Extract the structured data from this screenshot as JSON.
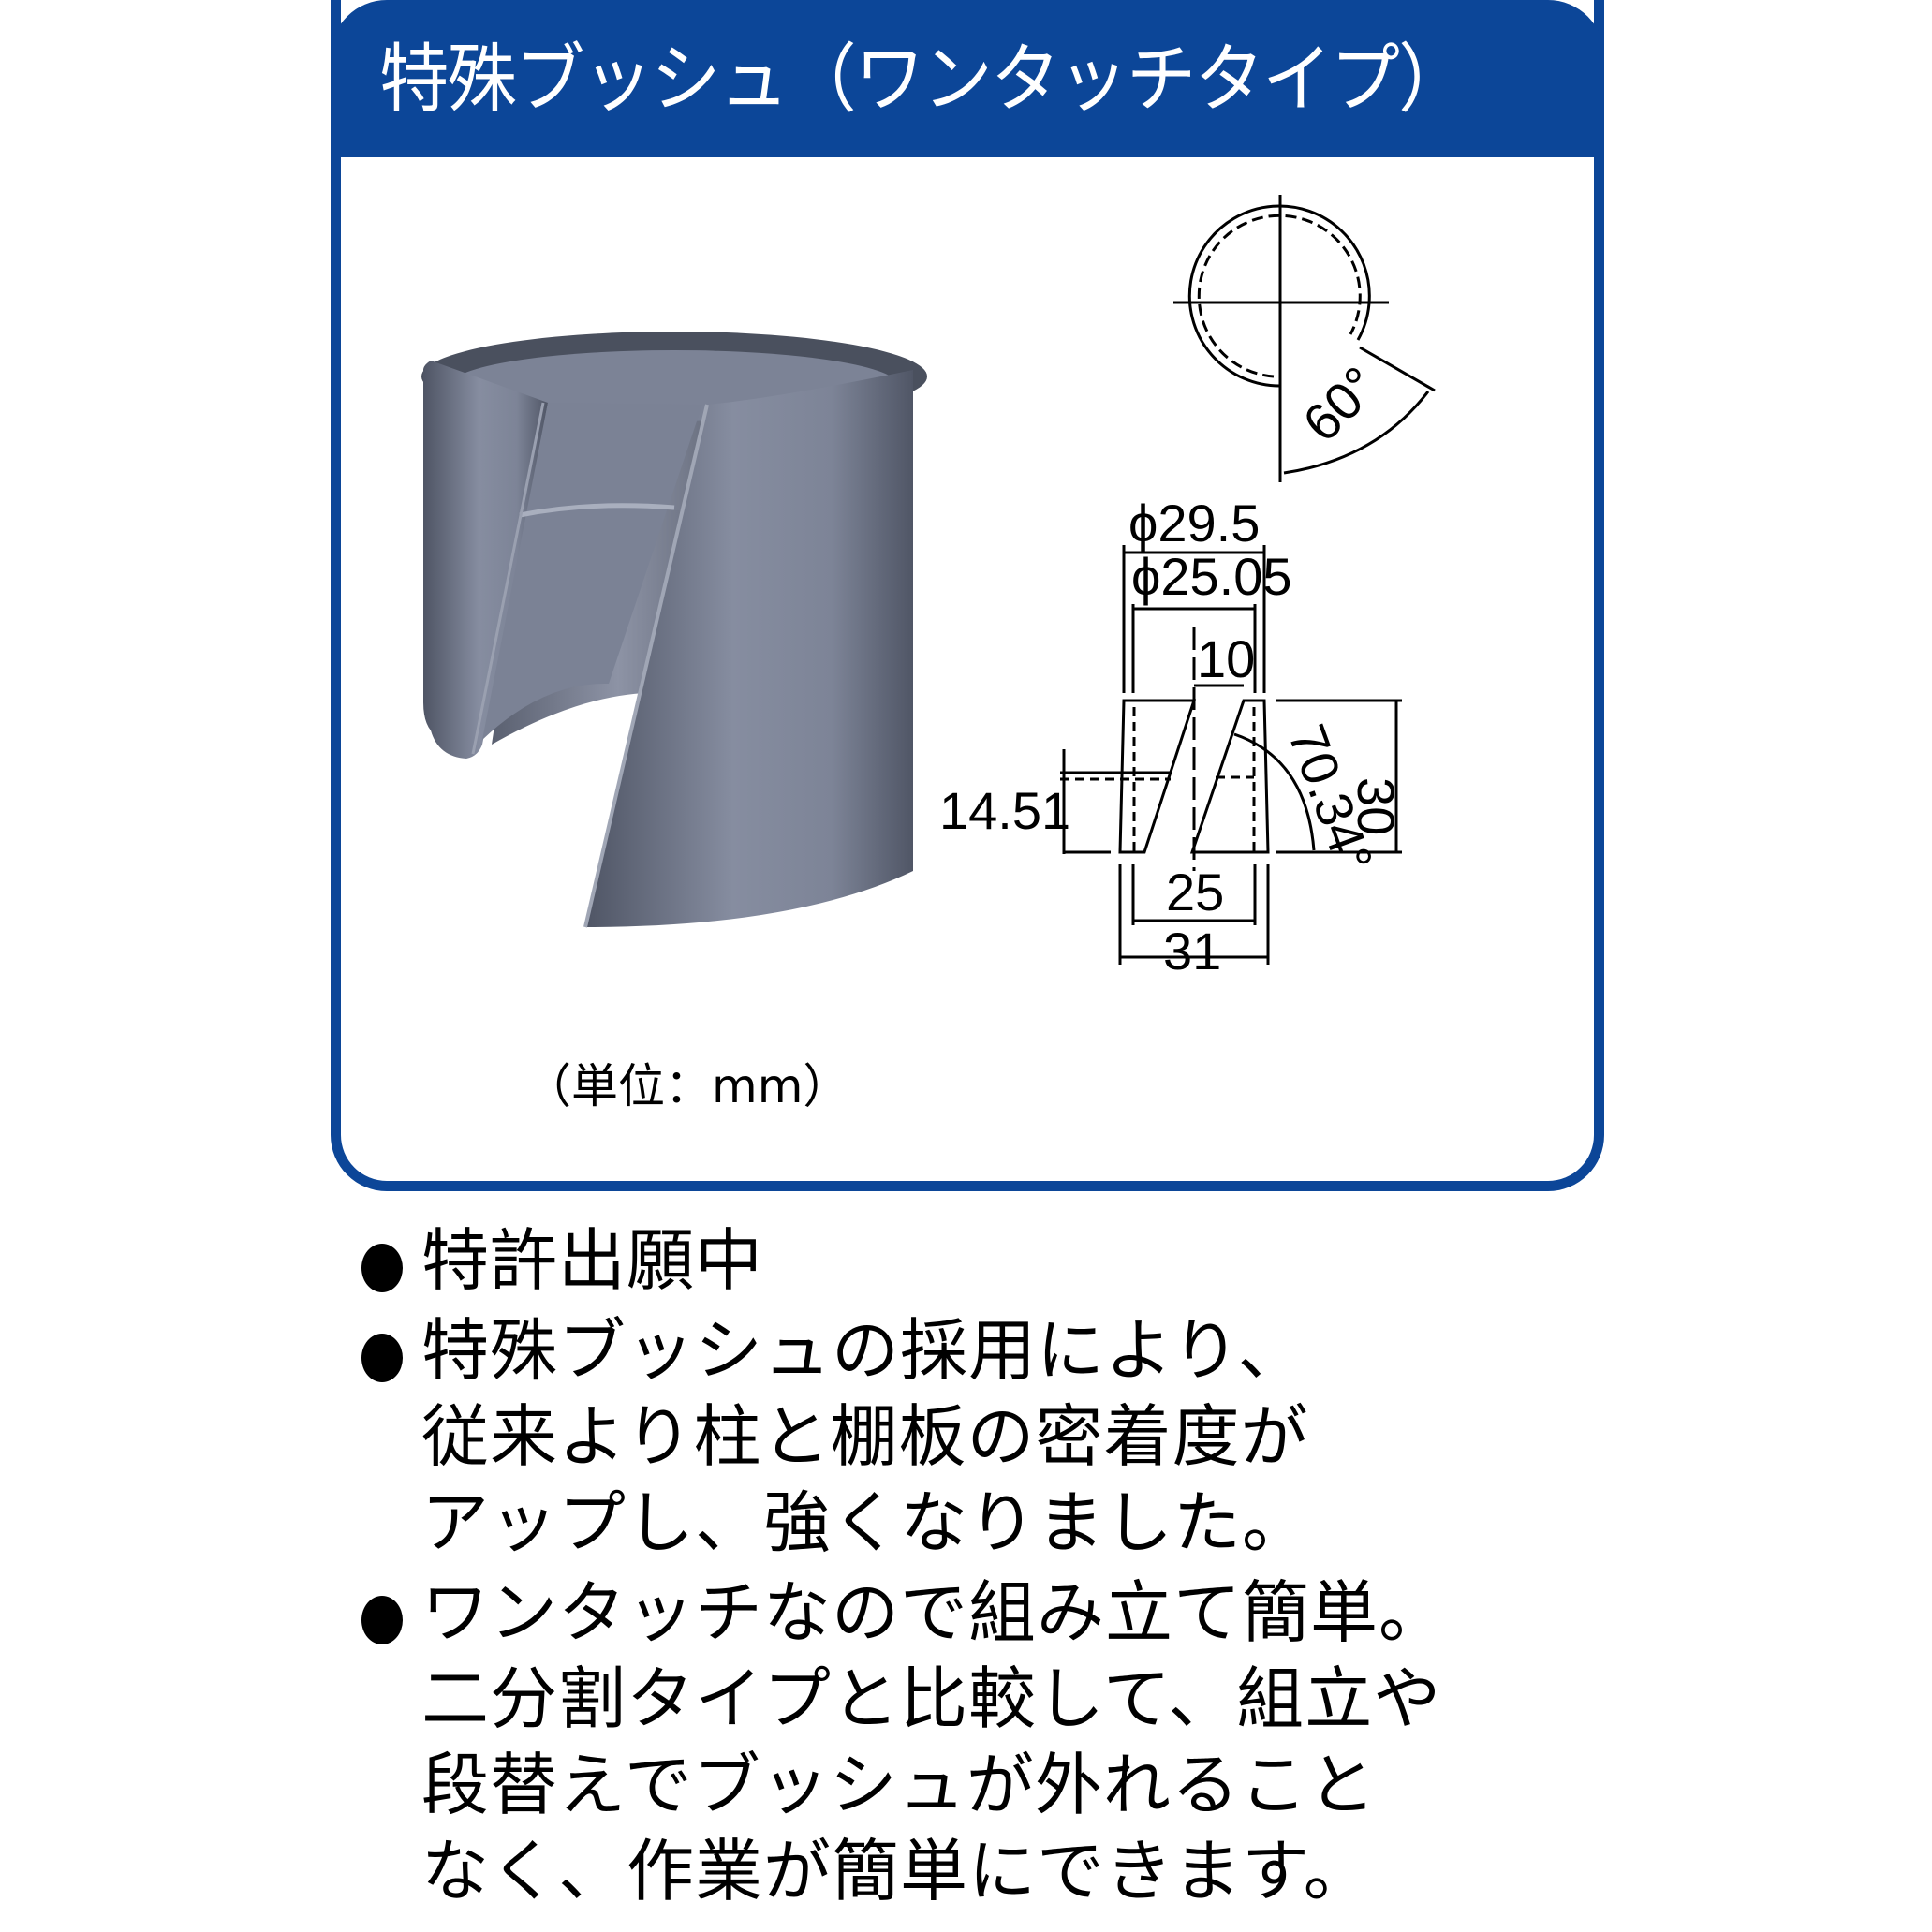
{
  "panel": {
    "title": "特殊ブッシュ（ワンタッチタイプ）",
    "accent_color": "#0c4698",
    "unit_label": "（単位：mm）"
  },
  "render": {
    "subject": "split bushing 3D render",
    "body_color": "#7e8598"
  },
  "drawing_top_view": {
    "angle_label": "60°"
  },
  "drawing_side_view": {
    "outer_diameter": "ϕ29.5",
    "inner_diameter": "ϕ25.05",
    "slit_width": "10",
    "height": "30",
    "angle": "70.34°",
    "rib_height": "14.51",
    "bottom_inner_width": "25",
    "bottom_outer_width": "31"
  },
  "features": [
    {
      "lines": [
        "特許出願中"
      ]
    },
    {
      "lines": [
        "特殊ブッシュの採用により、",
        "従来より柱と棚板の密着度が",
        "アップし、強くなりました。"
      ]
    },
    {
      "lines": [
        "ワンタッチなので組み立て簡単。",
        "二分割タイプと比較して、組立や",
        "段替えでブッシュが外れること",
        "なく、作業が簡単にできます。"
      ]
    }
  ]
}
